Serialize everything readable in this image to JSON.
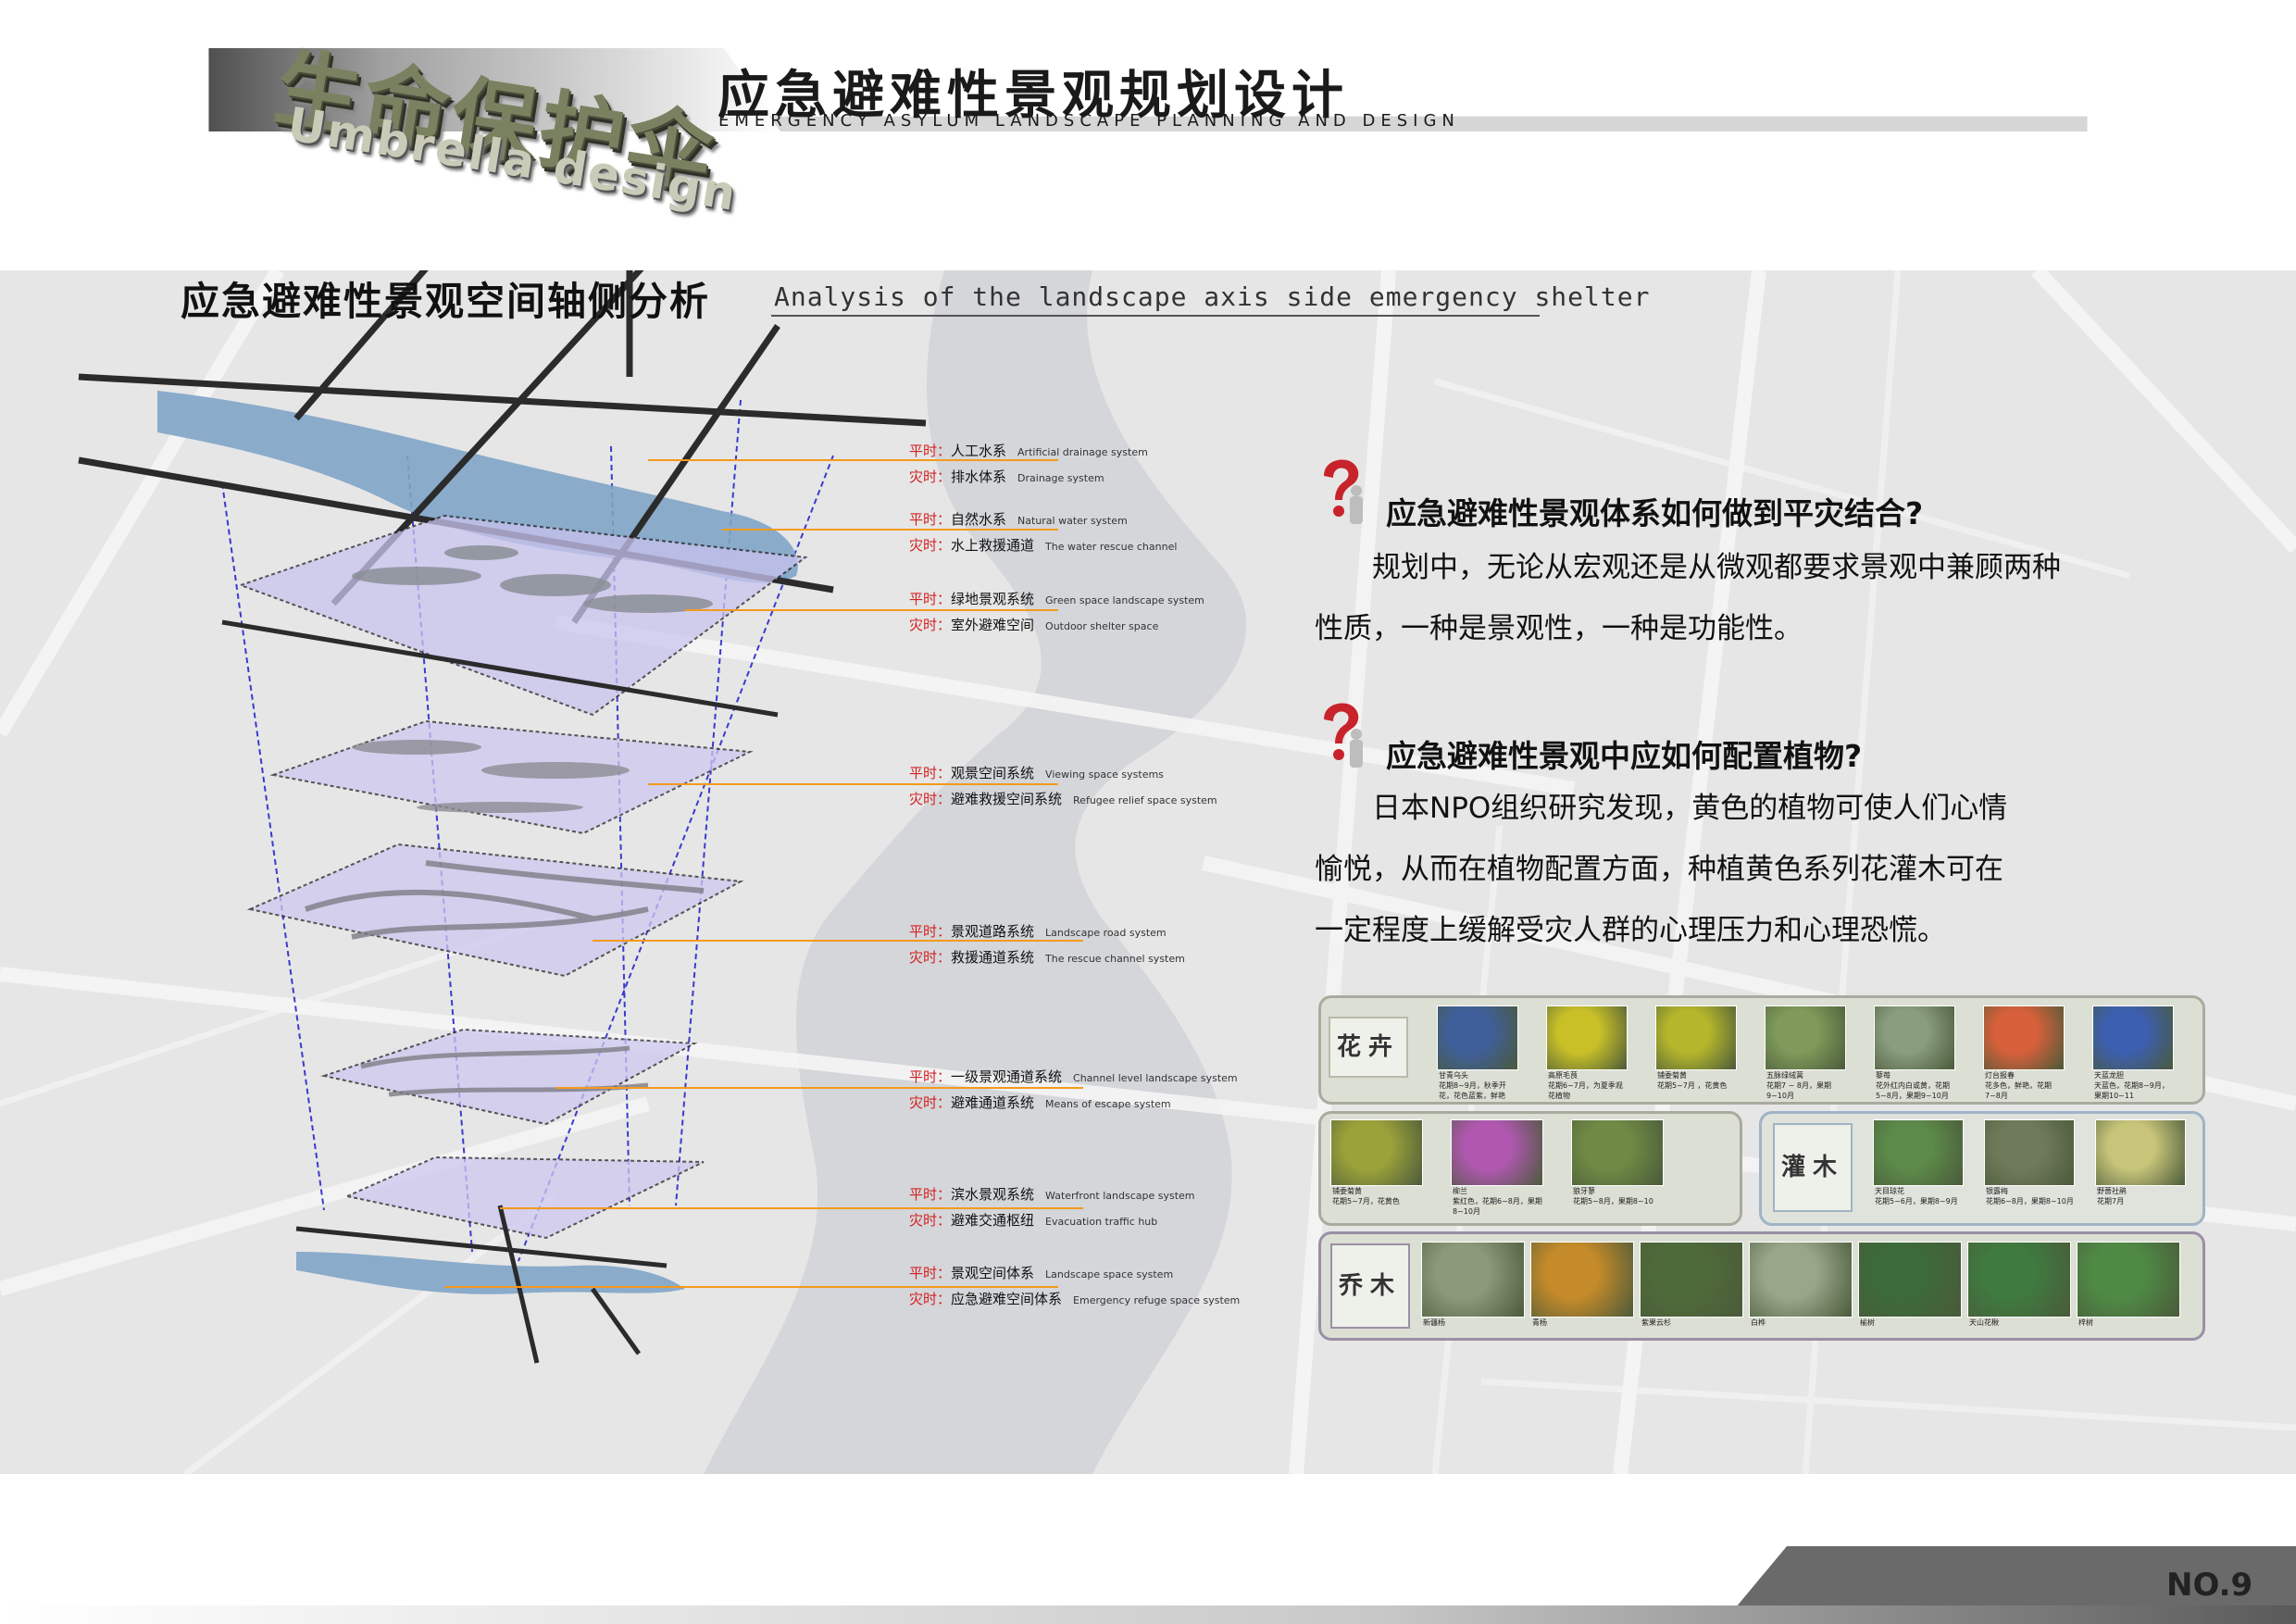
{
  "header": {
    "logo_cn": "生命保护伞",
    "logo_en": "Umbrella design",
    "title": "应急避难性景观规划设计",
    "subtitle": "EMERGENCY ASYLUM LANDSCAPE PLANNING AND DESIGN"
  },
  "section": {
    "title_cn": "应急避难性景观空间轴侧分析",
    "title_en": "Analysis of the landscape axis side emergency shelter"
  },
  "layers": [
    {
      "peace_prefix": "平时：",
      "peace_cn": "人工水系",
      "peace_en": "Artificial drainage system",
      "disaster_prefix": "灾时：",
      "disaster_cn": "排水体系",
      "disaster_en": "Drainage system"
    },
    {
      "peace_prefix": "平时：",
      "peace_cn": "自然水系",
      "peace_en": "Natural water system",
      "disaster_prefix": "灾时：",
      "disaster_cn": "水上救援通道",
      "disaster_en": "The water rescue channel"
    },
    {
      "peace_prefix": "平时：",
      "peace_cn": "绿地景观系统",
      "peace_en": "Green space landscape system",
      "disaster_prefix": "灾时：",
      "disaster_cn": "室外避难空间",
      "disaster_en": "Outdoor shelter space"
    },
    {
      "peace_prefix": "平时：",
      "peace_cn": "观景空间系统",
      "peace_en": "Viewing space systems",
      "disaster_prefix": "灾时：",
      "disaster_cn": "避难救援空间系统",
      "disaster_en": "Refugee relief space system"
    },
    {
      "peace_prefix": "平时：",
      "peace_cn": "景观道路系统",
      "peace_en": "Landscape road system",
      "disaster_prefix": "灾时：",
      "disaster_cn": "救援通道系统",
      "disaster_en": "The rescue channel system"
    },
    {
      "peace_prefix": "平时：",
      "peace_cn": "一级景观通道系统",
      "peace_en": "Channel level landscape system",
      "disaster_prefix": "灾时：",
      "disaster_cn": "避难通道系统",
      "disaster_en": "Means of escape system"
    },
    {
      "peace_prefix": "平时：",
      "peace_cn": "滨水景观系统",
      "peace_en": "Waterfront landscape system",
      "disaster_prefix": "灾时：",
      "disaster_cn": "避难交通枢纽",
      "disaster_en": "Evacuation traffic hub"
    },
    {
      "peace_prefix": "平时：",
      "peace_cn": "景观空间体系",
      "peace_en": "Landscape space system",
      "disaster_prefix": "灾时：",
      "disaster_cn": "应急避难空间体系",
      "disaster_en": "Emergency refuge space system"
    }
  ],
  "qa": [
    {
      "question": "应急避难性景观体系如何做到平灾结合?",
      "lines": [
        "　　规划中，无论从宏观还是从微观都要求景观中兼顾两种",
        "性质，一种是景观性，一种是功能性。"
      ]
    },
    {
      "question": "应急避难性景观中应如何配置植物?",
      "lines": [
        "　　日本NPO组织研究发现，黄色的植物可使人们心情",
        "愉悦，从而在植物配置方面，种植黄色系列花灌木可在",
        "一定程度上缓解受灾人群的心理压力和心理恐慌。"
      ]
    }
  ],
  "plants": {
    "flowers_label": "花卉",
    "shrubs_label": "灌木",
    "trees_label": "乔木",
    "flowers": [
      {
        "name": "甘青乌头",
        "note": "花期8~9月，秋季开花，花色蓝紫，鲜艳",
        "color": "#3f5f9a"
      },
      {
        "name": "高原毛茛",
        "note": "花期6~7月，为夏季观花植物",
        "color": "#c9c028"
      },
      {
        "name": "铺委菊黄",
        "note": "花期5~7月 ，花黄色",
        "color": "#b5b62b"
      },
      {
        "name": "五脉绿绒蒿",
        "note": "花期7 ~ 8月，果期9~10月",
        "color": "#7f9a5a"
      },
      {
        "name": "藜苺",
        "note": "花外红内白或黄，花期5~8月，果期9~10月",
        "color": "#8a9d7f"
      },
      {
        "name": "灯台报春",
        "note": "花多色，鲜艳，花期7~8月",
        "color": "#d7603a"
      },
      {
        "name": "天蓝龙胆",
        "note": "天蓝色，花期8~9月，果期10~11",
        "color": "#3c5fb0"
      }
    ],
    "flowers2": [
      {
        "name": "铺委菊黄",
        "note": "花期5~7月，花黄色",
        "color": "#9ca23a"
      },
      {
        "name": "柳兰",
        "note": "紫红色，花期6~8月，果期8~10月",
        "color": "#b058b0"
      },
      {
        "name": "狼牙蓼",
        "note": "花期5~8月，果期8~10",
        "color": "#6f8a44"
      }
    ],
    "shrubs": [
      {
        "name": "天目琼花",
        "note": "花期5~6月，果期8~9月",
        "color": "#5c8a4a"
      },
      {
        "name": "银露梅",
        "note": "花期6~8月，果期8~10月",
        "color": "#6f7a5a"
      },
      {
        "name": "野蔷社鹃",
        "note": "花期7月",
        "color": "#c8c57a"
      }
    ],
    "trees": [
      {
        "name": "新疆杨",
        "color": "#8a9a7a"
      },
      {
        "name": "青杨",
        "color": "#c58a2a"
      },
      {
        "name": "紫果云杉",
        "color": "#4f6a3a"
      },
      {
        "name": "白桦",
        "color": "#9aa68a"
      },
      {
        "name": "榆树",
        "color": "#3d6a3a"
      },
      {
        "name": "天山花楸",
        "color": "#3f7a3f"
      },
      {
        "name": "梓树",
        "color": "#4f8a45"
      }
    ]
  },
  "footer": {
    "page": "NO.9"
  }
}
